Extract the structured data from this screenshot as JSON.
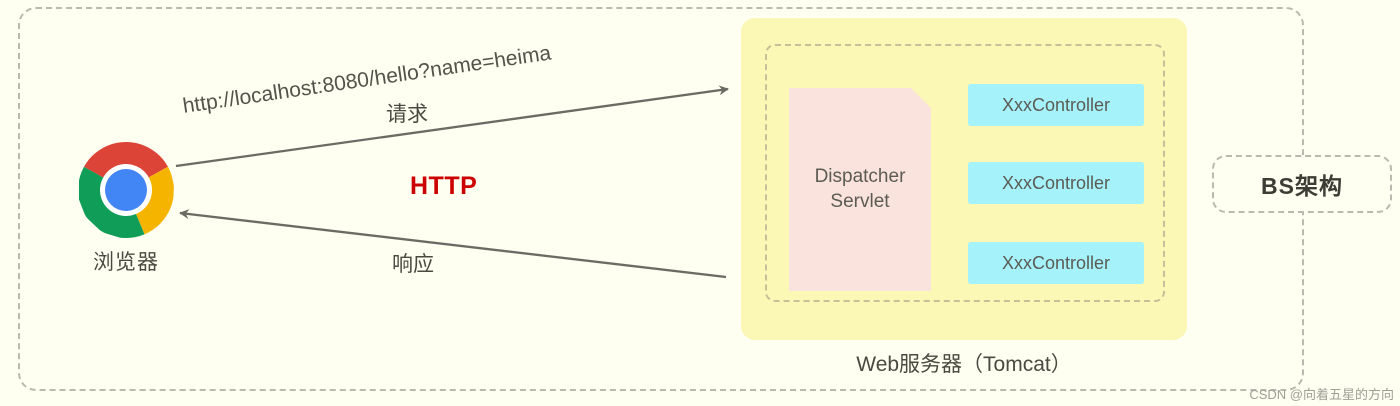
{
  "diagram": {
    "background_color": "#FEFFF0",
    "outer_frame": {
      "name": "bs-architecture-frame",
      "style": "dashed"
    },
    "client": {
      "icon": "chrome-browser-icon",
      "label": "浏览器",
      "logo_colors": {
        "red": "#DB4437",
        "yellow": "#F4B400",
        "green": "#0F9D58",
        "blue": "#4285F4"
      }
    },
    "protocol": {
      "label": "HTTP",
      "color": "#CC0000"
    },
    "request_flow": {
      "url": "http://localhost:8080/hello?name=heima",
      "label": "请求",
      "direction": "client-to-server",
      "line_color": "#6b6b63"
    },
    "response_flow": {
      "label": "响应",
      "direction": "server-to-client",
      "line_color": "#6b6b63"
    },
    "server": {
      "caption": "Web服务器（Tomcat）",
      "box_color": "#FBF7B5",
      "inner_region": {
        "name": "spring-mvc-region",
        "style": "dashed"
      },
      "dispatcher": {
        "label": "Dispatcher\nServlet",
        "color": "#FAE3DC"
      },
      "dispatch_arrow_color": "#BD1414",
      "controllers": [
        {
          "label": "XxxController",
          "color": "#A5F2FB"
        },
        {
          "label": "XxxController",
          "color": "#A5F2FB"
        },
        {
          "label": "XxxController",
          "color": "#A5F2FB"
        }
      ]
    },
    "annotation": {
      "label": "BS架构"
    },
    "watermark": "CSDN @向着五星的方向"
  }
}
